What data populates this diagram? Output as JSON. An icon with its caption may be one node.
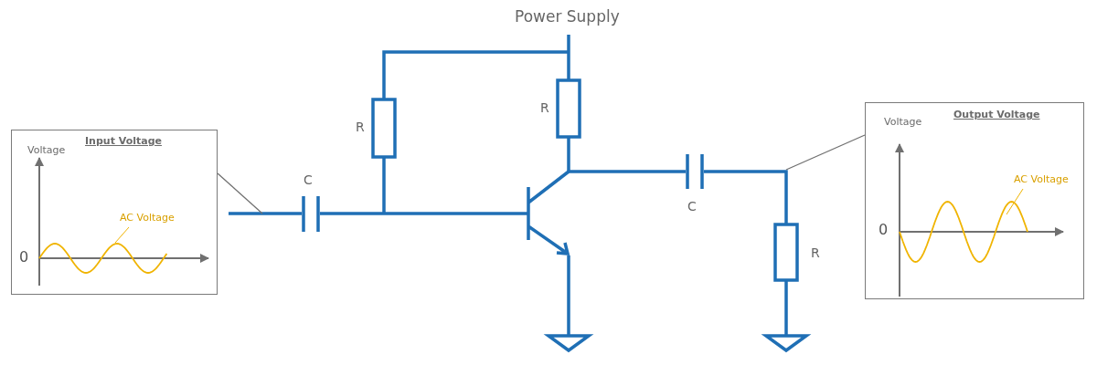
{
  "diagram": {
    "nodes": [
      {
        "text": [
          "Input Voltage",
          "Voltage",
          "0",
          "AC Voltage"
        ]
      },
      {
        "text": [
          "Output Voltage",
          "Voltage",
          "0",
          "AC Voltage"
        ]
      }
    ],
    "edges": [
      {
        "from": 0,
        "to": null,
        "arrow": "none"
      },
      {
        "from": 1,
        "to": null,
        "arrow": "none"
      }
    ],
    "labels": [
      "Power Supply",
      "R",
      "R",
      "C",
      "C",
      "R"
    ]
  }
}
